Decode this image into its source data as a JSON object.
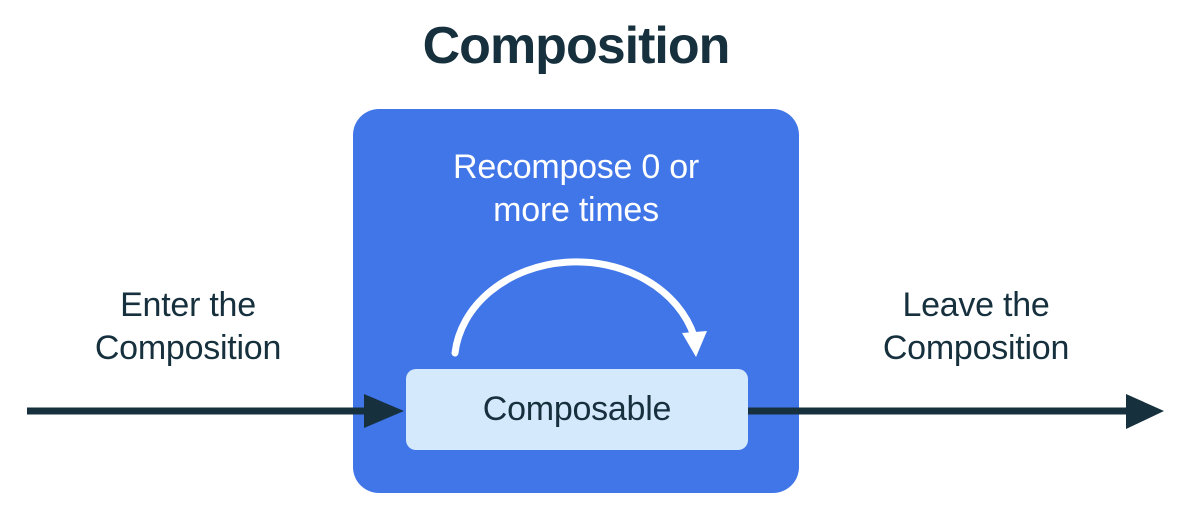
{
  "title": "Composition",
  "diagram": {
    "enter_label": "Enter the\nComposition",
    "leave_label": "Leave the\nComposition",
    "recompose_label": "Recompose 0 or\nmore times",
    "composable_label": "Composable"
  },
  "colors": {
    "accent_blue": "#4176e8",
    "composable_light_blue": "#d4e9fb",
    "dark_navy": "#16303e",
    "arc_white": "#ffffff",
    "background": "#ffffff"
  }
}
